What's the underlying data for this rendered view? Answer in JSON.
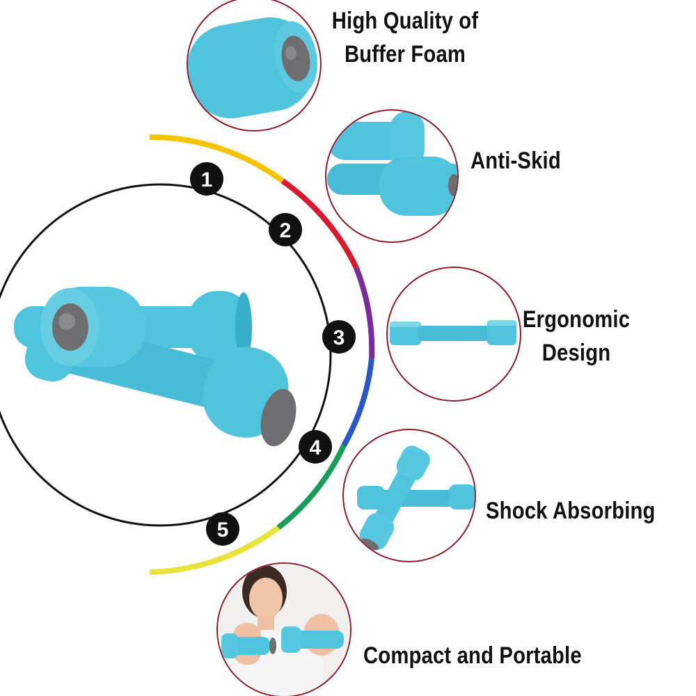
{
  "colors": {
    "foam": "#4fc4dc",
    "foam_dark": "#38aeca",
    "foam_light": "#7dd6e8",
    "cap": "#6e6e70",
    "ring": "#8b1d2c",
    "arc_segments": [
      "#f5c400",
      "#d81a2f",
      "#7a2b9c",
      "#2a56c6",
      "#1a9b5a",
      "#e9e23a"
    ]
  },
  "steps": [
    {
      "number": "1"
    },
    {
      "number": "2"
    },
    {
      "number": "3"
    },
    {
      "number": "4"
    },
    {
      "number": "5"
    }
  ],
  "features": [
    {
      "lines": [
        "High Quality of",
        "Buffer Foam"
      ],
      "icon": "foam-roll-closeup"
    },
    {
      "lines": [
        "Anti-Skid"
      ],
      "icon": "crossed-dumbbells"
    },
    {
      "lines": [
        "Ergonomic",
        "Design"
      ],
      "icon": "single-dumbbell"
    },
    {
      "lines": [
        "Shock Absorbing"
      ],
      "icon": "crossed-dumbbells-vertical"
    },
    {
      "lines": [
        "Compact and Portable"
      ],
      "icon": "woman-holding-dumbbell"
    }
  ]
}
